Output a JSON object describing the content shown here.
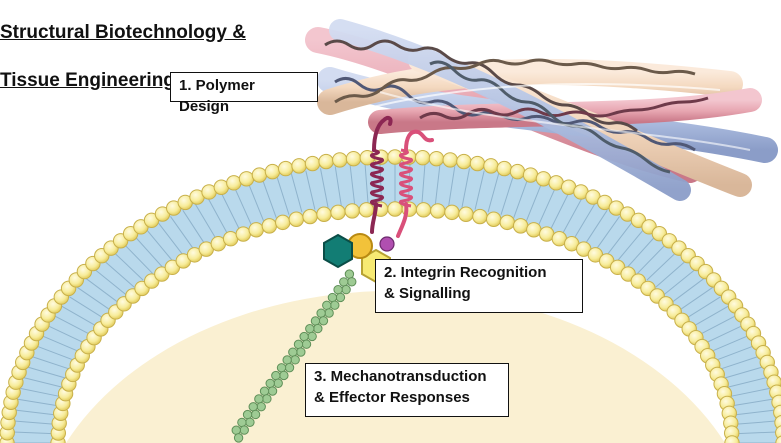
{
  "title": [
    "Structural Biotechnology &",
    "Tissue Engineering"
  ],
  "labels": {
    "polymer": "1. Polymer Design",
    "integrin": [
      "2. Integrin Recognition",
      "& Signalling"
    ],
    "mechano": [
      "3. Mechanotransduction",
      "& Effector Responses"
    ]
  },
  "colors": {
    "membrane_head": "#f7ec9a",
    "membrane_tail": "#b9d9ec",
    "cytoplasm": "#faf0d2",
    "fiber_pink": "#e7a6b1",
    "fiber_peach": "#f4d9c0",
    "fiber_blue": "#b3c3e4",
    "integrin_alpha": "#8c2753",
    "integrin_beta": "#d9507a",
    "actin": "#9ecb94",
    "teal_hex": "#127d74",
    "gold_circle": "#f2c23a",
    "yellow_hex": "#f7ea73",
    "purple_ball": "#b04fb0"
  }
}
